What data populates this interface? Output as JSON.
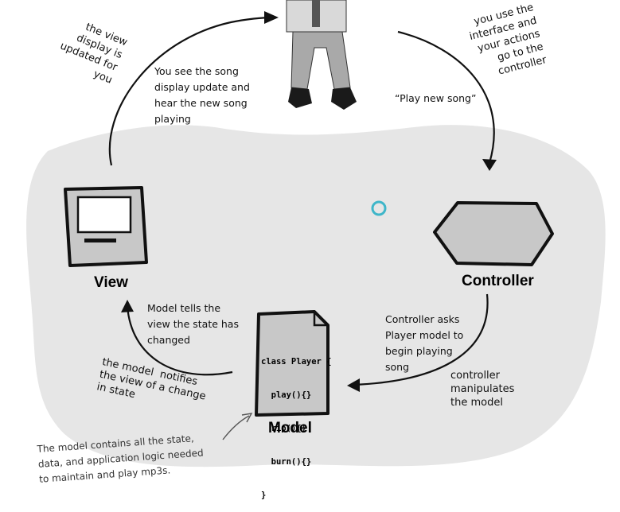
{
  "nodes": {
    "view": {
      "label": "View"
    },
    "controller": {
      "label": "Controller"
    },
    "model": {
      "label": "Model"
    }
  },
  "code": [
    "class Player {",
    "  play(){}",
    "  rip(){}",
    "  burn(){}",
    "}"
  ],
  "annotations": {
    "view_updated": "the view\ndisplay is\nupdated for\nyou",
    "see_song": "You see the song\ndisplay update and\nhear the new song\nplaying",
    "use_interface": "you use the\ninterface and\nyour actions\ngo to the\ncontroller",
    "play_new_song": "“Play new song”",
    "model_tells": "Model tells the\nview the state has\nchanged",
    "model_notifies": "the model  notifies\nthe view of a change\nin state",
    "controller_asks": "Controller asks\nPlayer model to\nbegin playing\nsong",
    "controller_manipulates": "controller\nmanipulates\nthe model",
    "model_contains": "The model contains all the state,\ndata, and application logic needed\nto maintain and play mp3s."
  },
  "colors": {
    "blob": "#e6e6e6",
    "node_fill": "#c8c8c8",
    "stroke": "#111111",
    "cursor": "#3fb6c9"
  }
}
